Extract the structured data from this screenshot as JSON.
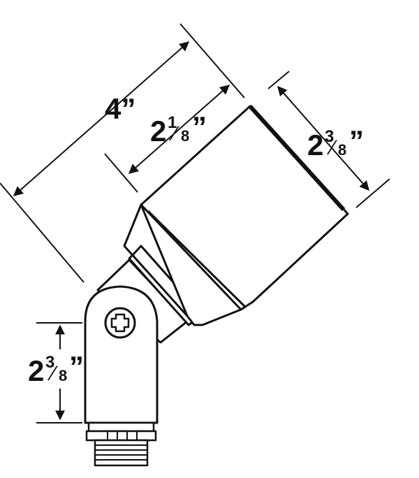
{
  "dimensions": {
    "overall_length": {
      "text": "4”"
    },
    "barrel_length": {
      "whole": "2",
      "num": "1",
      "slash": "⁄",
      "den": "8",
      "unit": "”"
    },
    "barrel_diameter": {
      "whole": "2",
      "num": "3",
      "slash": "⁄",
      "den": "8",
      "unit": "”"
    },
    "mount_height": {
      "whole": "2",
      "num": "3",
      "slash": "⁄",
      "den": "8",
      "unit": "”"
    }
  },
  "colors": {
    "line": "#111111",
    "fill": "#ffffff"
  }
}
